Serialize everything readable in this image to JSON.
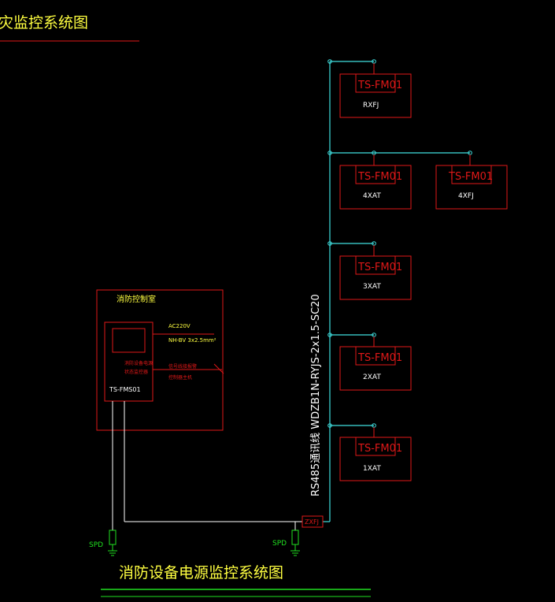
{
  "header": {
    "title": "灾监控系统图"
  },
  "footer": {
    "title": "消防设备电源监控系统图"
  },
  "control_room": {
    "label": "消防控制室",
    "panel_code": "TS-FMS01",
    "panel_desc_1": "消防设备电源",
    "panel_desc_2": "状态监控器",
    "ac_label": "AC220V",
    "cable_label": "NH-BV 3x2.5mm²",
    "link_label_1": "信号线接报警",
    "link_label_2": "控制器主机"
  },
  "bus": {
    "cable_label": "RS485通讯线  WDZB1N-RYJS-2x1.5-SC20"
  },
  "junction": {
    "label": "ZXFJ"
  },
  "spd": {
    "left": "SPD",
    "right": "SPD"
  },
  "modules": [
    {
      "code": "TS-FM01",
      "sub": "RXFJ"
    },
    {
      "code": "TS-FM01",
      "sub": "4XAT"
    },
    {
      "code": "TS-FM01",
      "sub": "4XFJ"
    },
    {
      "code": "TS-FM01",
      "sub": "3XAT"
    },
    {
      "code": "TS-FM01",
      "sub": "2XAT"
    },
    {
      "code": "TS-FM01",
      "sub": "1XAT"
    }
  ],
  "colors": {
    "background": "#000000",
    "equipment": "#e01818",
    "bus_line": "#40e0e0",
    "title_text": "#ffff40",
    "spd": "#20e020",
    "label_text": "#ffffff"
  }
}
